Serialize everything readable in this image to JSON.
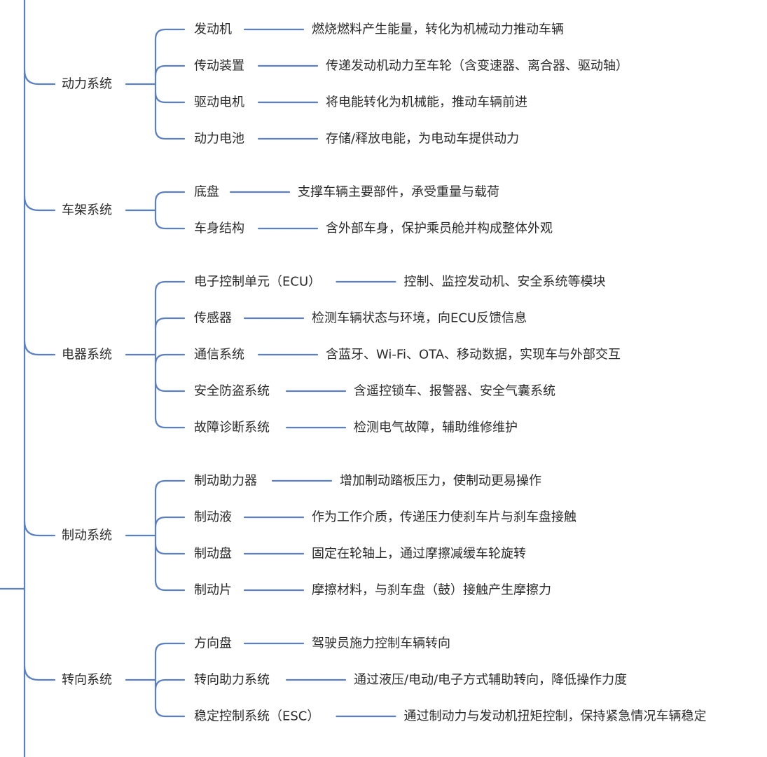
{
  "diagram": {
    "systems": [
      {
        "label": "动力系统",
        "components": [
          {
            "label": "发动机",
            "description": "燃烧燃料产生能量，转化为机械动力推动车辆"
          },
          {
            "label": "传动装置",
            "description": "传递发动机动力至车轮（含变速器、离合器、驱动轴）"
          },
          {
            "label": "驱动电机",
            "description": "将电能转化为机械能，推动车辆前进"
          },
          {
            "label": "动力电池",
            "description": "存储/释放电能，为电动车提供动力"
          }
        ]
      },
      {
        "label": "车架系统",
        "components": [
          {
            "label": "底盘",
            "description": "支撑车辆主要部件，承受重量与载荷"
          },
          {
            "label": "车身结构",
            "description": "含外部车身，保护乘员舱并构成整体外观"
          }
        ]
      },
      {
        "label": "电器系统",
        "components": [
          {
            "label": "电子控制单元（ECU）",
            "description": "控制、监控发动机、安全系统等模块"
          },
          {
            "label": "传感器",
            "description": "检测车辆状态与环境，向ECU反馈信息"
          },
          {
            "label": "通信系统",
            "description": "含蓝牙、Wi-Fi、OTA、移动数据，实现车与外部交互"
          },
          {
            "label": "安全防盗系统",
            "description": "含遥控锁车、报警器、安全气囊系统"
          },
          {
            "label": "故障诊断系统",
            "description": "检测电气故障，辅助维修维护"
          }
        ]
      },
      {
        "label": "制动系统",
        "components": [
          {
            "label": "制动助力器",
            "description": "增加制动踏板压力，使制动更易操作"
          },
          {
            "label": "制动液",
            "description": "作为工作介质，传递压力使刹车片与刹车盘接触"
          },
          {
            "label": "制动盘",
            "description": "固定在轮轴上，通过摩擦减缓车轮旋转"
          },
          {
            "label": "制动片",
            "description": "摩擦材料，与刹车盘（鼓）接触产生摩擦力"
          }
        ]
      },
      {
        "label": "转向系统",
        "components": [
          {
            "label": "方向盘",
            "description": "驾驶员施力控制车辆转向"
          },
          {
            "label": "转向助力系统",
            "description": "通过液压/电动/电子方式辅助转向，降低操作力度"
          },
          {
            "label": "稳定控制系统（ESC）",
            "description": "通过制动力与发动机扭矩控制，保持紧急情况车辆稳定"
          }
        ]
      }
    ]
  },
  "colors": {
    "connector": "#5b7fc4",
    "text": "#2b2b2b",
    "background": "#ffffff"
  }
}
